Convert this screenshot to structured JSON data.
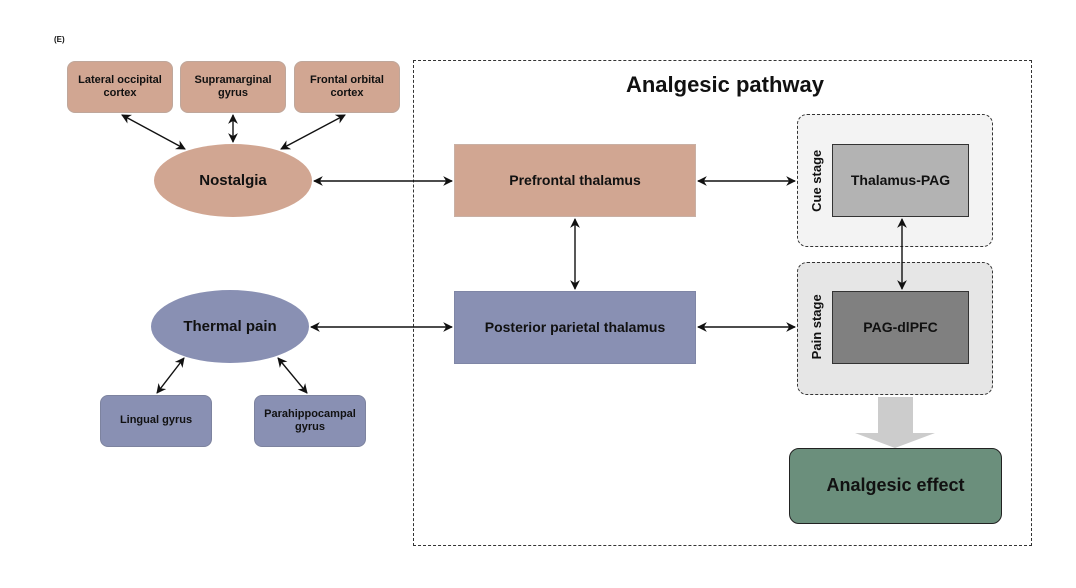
{
  "panel_label": "(E)",
  "title": "Analgesic pathway",
  "nostalgia_cluster": {
    "regions": [
      {
        "label": "Lateral occipital cortex"
      },
      {
        "label": "Supramarginal gyrus"
      },
      {
        "label": "Frontal orbital cortex"
      }
    ],
    "hub": "Nostalgia"
  },
  "pain_cluster": {
    "hub": "Thermal pain",
    "regions": [
      {
        "label": "Lingual gyrus"
      },
      {
        "label": "Parahippocampal gyrus"
      }
    ]
  },
  "pathway": {
    "prefrontal": "Prefrontal thalamus",
    "posterior": "Posterior parietal thalamus",
    "stages": [
      {
        "stage_label": "Cue stage",
        "node": "Thalamus-PAG"
      },
      {
        "stage_label": "Pain stage",
        "node": "PAG-dlPFC"
      }
    ],
    "outcome": "Analgesic effect"
  },
  "colors": {
    "nostalgia": "#d1a692",
    "pain": "#8990b3",
    "cue_node": "#b3b3b3",
    "pain_node": "#808080",
    "effect": "#6b8f7c",
    "flow_arrow": "#cccccc"
  }
}
